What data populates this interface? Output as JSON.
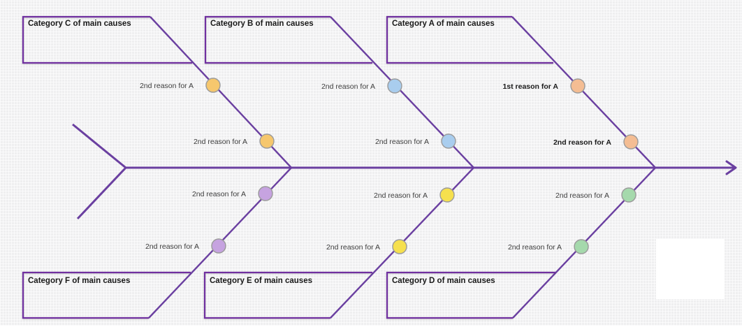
{
  "canvas": {
    "background_color": "#efeff0",
    "line_color": "#6a3fa0",
    "box_border_color": "#7030a0",
    "dot_border_color": "#9a9a9a"
  },
  "branches": [
    {
      "position": "top-left",
      "category": "Category C of main causes",
      "dot_color": "#f6c76d",
      "reasons": [
        "2nd reason for A",
        "2nd reason for A"
      ]
    },
    {
      "position": "top-middle",
      "category": "Category B of main causes",
      "dot_color": "#a9cdee",
      "reasons": [
        "2nd reason for A",
        "2nd reason for A"
      ]
    },
    {
      "position": "top-right",
      "category": "Category A of main causes",
      "dot_color": "#f4bd93",
      "reasons": [
        "1st reason for A",
        "2nd reason for A"
      ]
    },
    {
      "position": "bottom-left",
      "category": "Category F of main causes",
      "dot_color": "#c6a3e0",
      "reasons": [
        "2nd reason for A",
        "2nd reason for A"
      ]
    },
    {
      "position": "bottom-middle",
      "category": "Category E of main causes",
      "dot_color": "#f6e04e",
      "reasons": [
        "2nd reason for A",
        "2nd reason for A"
      ]
    },
    {
      "position": "bottom-right",
      "category": "Category D of main causes",
      "dot_color": "#a5d9ac",
      "reasons": [
        "2nd reason for A",
        "2nd reason for A"
      ]
    }
  ]
}
